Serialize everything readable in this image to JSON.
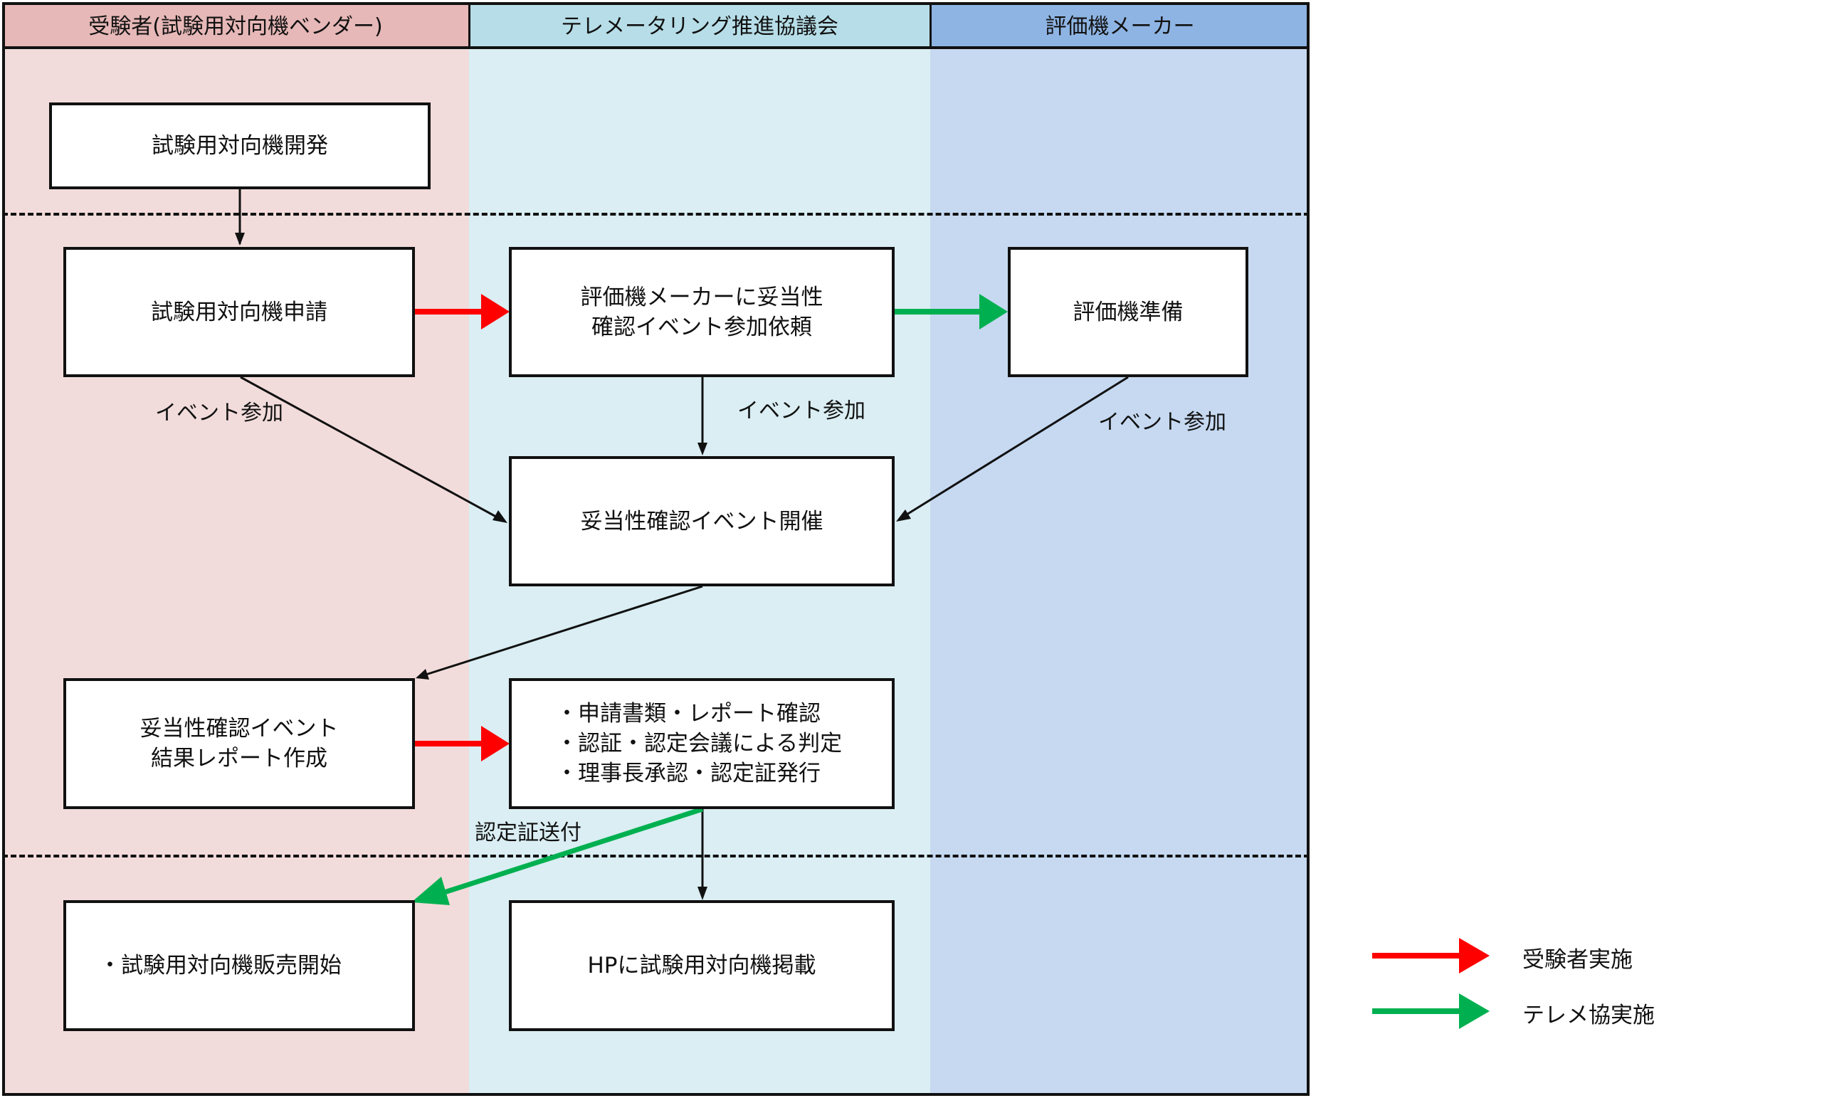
{
  "lanes": [
    {
      "title": "受験者(試験用対向機ベンダー)",
      "header_color": "#e6b8b7",
      "body_color": "#f2dcdb"
    },
    {
      "title": "テレメータリング推進協議会",
      "header_color": "#b7dee8",
      "body_color": "#daeef3"
    },
    {
      "title": "評価機メーカー",
      "header_color": "#8eb4e3",
      "body_color": "#c6d9f1"
    }
  ],
  "boxes": {
    "develop": {
      "lines": [
        "試験用対向機開発"
      ]
    },
    "apply": {
      "lines": [
        "試験用対向機申請"
      ]
    },
    "request": {
      "lines": [
        "評価機メーカーに妥当性",
        "確認イベント参加依頼"
      ]
    },
    "prepare": {
      "lines": [
        "評価機準備"
      ]
    },
    "event": {
      "lines": [
        "妥当性確認イベント開催"
      ]
    },
    "report": {
      "lines": [
        "妥当性確認イベント",
        "結果レポート作成"
      ]
    },
    "review": {
      "lines": [
        "・申請書類・レポート確認",
        "・認証・認定会議による判定",
        "・理事長承認・認定証発行"
      ]
    },
    "sales": {
      "lines": [
        "・試験用対向機販売開始"
      ]
    },
    "publish": {
      "lines": [
        "HPに試験用対向機掲載"
      ]
    }
  },
  "edge_labels": {
    "vendor_join": "イベント参加",
    "council_join": "イベント参加",
    "maker_join": "イベント参加",
    "cert_send": "認定証送付"
  },
  "legend": [
    {
      "label": "受験者実施",
      "color": "#ff0000"
    },
    {
      "label": "テレメ協実施",
      "color": "#00b050"
    }
  ],
  "colors": {
    "red_arrow": "#ff0000",
    "green_arrow": "#00b050",
    "line": "#111111"
  }
}
